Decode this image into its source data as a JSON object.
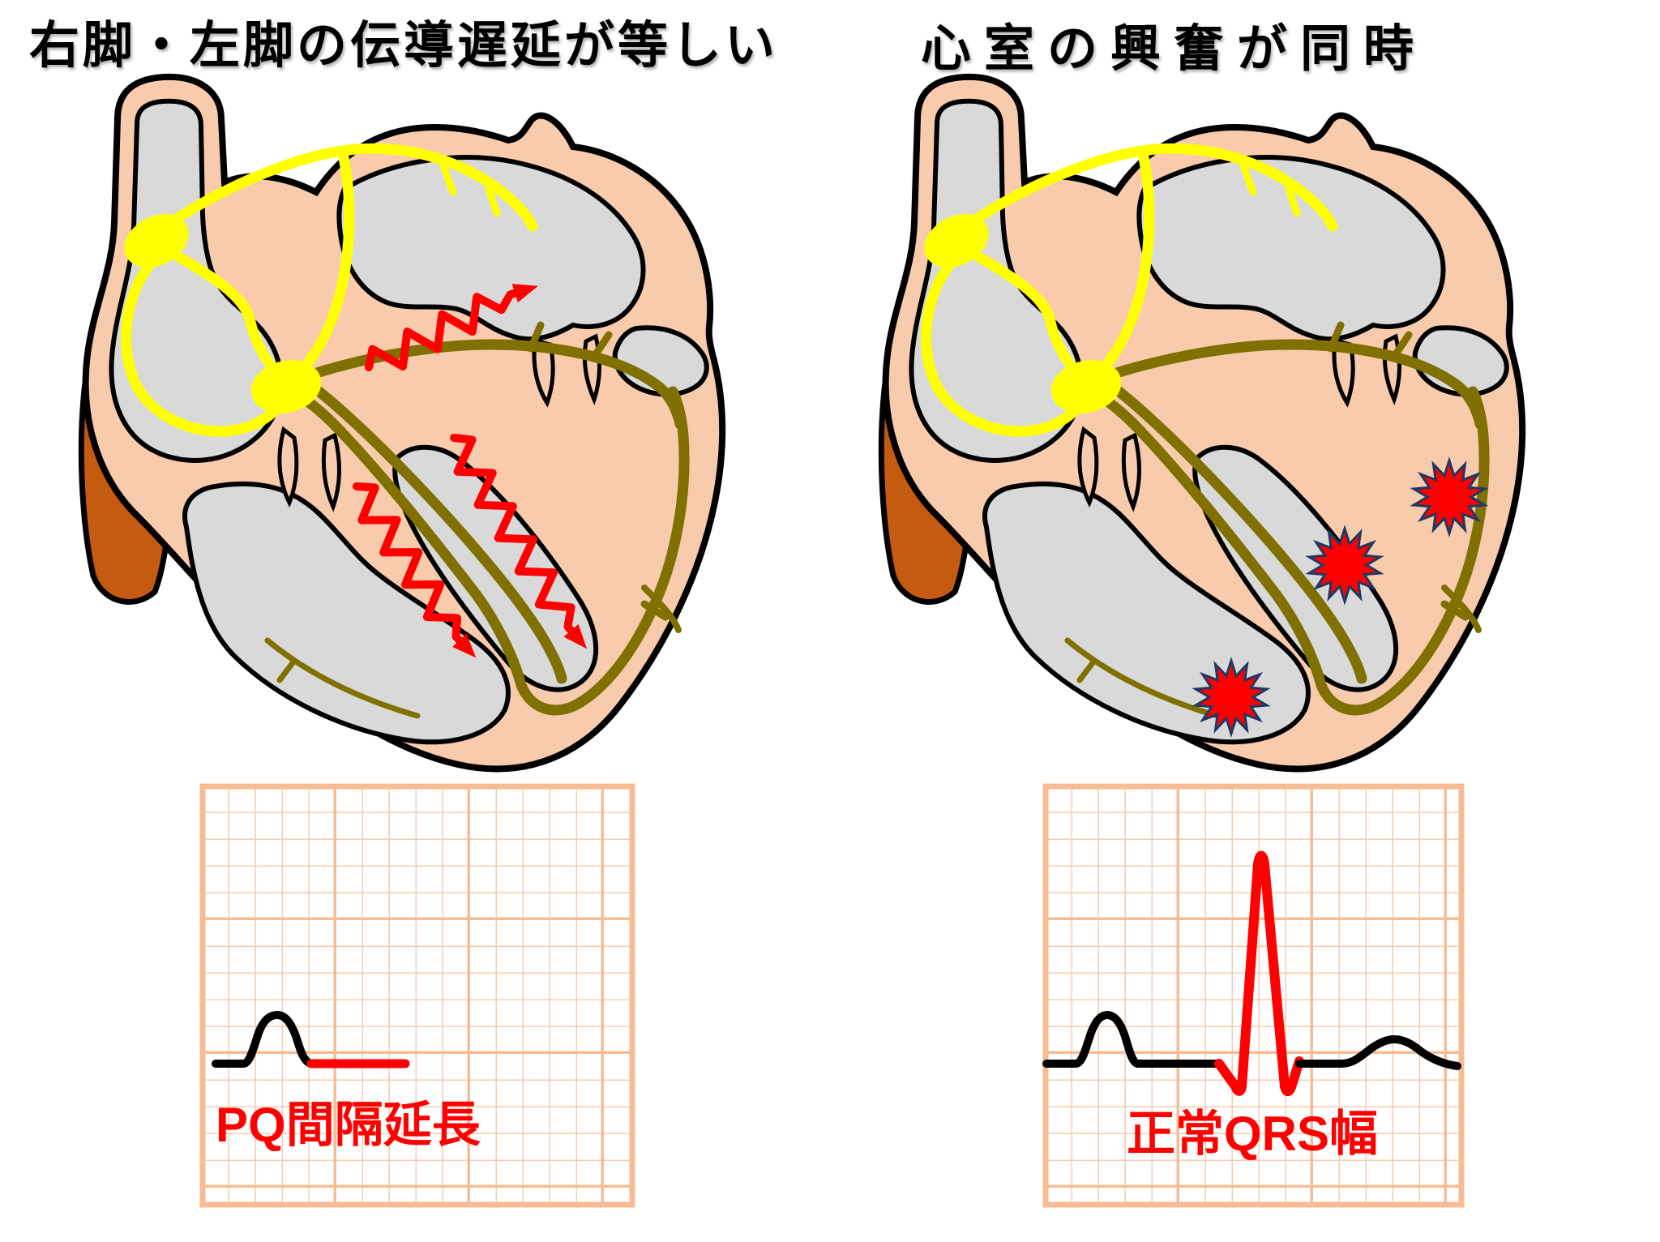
{
  "panels": {
    "left": {
      "title": "右脚・左脚の伝導遅延が等しい",
      "ecg_label": "PQ間隔延長",
      "annotation_meaning": "equal conduction delay in right and left bundle branches (red zigzag arrows)"
    },
    "right": {
      "title": "心室の興奮が同時",
      "ecg_label": "正常QRS幅",
      "annotation_meaning": "simultaneous ventricular excitation (red starbursts)"
    }
  },
  "colors": {
    "background": "#FFFFFF",
    "heart_wall": "#F8CBAD",
    "heart_chamber": "#D9D9D9",
    "outline": "#000000",
    "conduction_pathway": "#FFFF00",
    "bundle_branch": "#7F7000",
    "vessel": "#C55A11",
    "highlight_red": "#FF0000",
    "starburst_border": "#203864",
    "ecg_grid": "#F8CBAD",
    "ecg_trace": "#000000",
    "label_red": "#FF0000"
  }
}
